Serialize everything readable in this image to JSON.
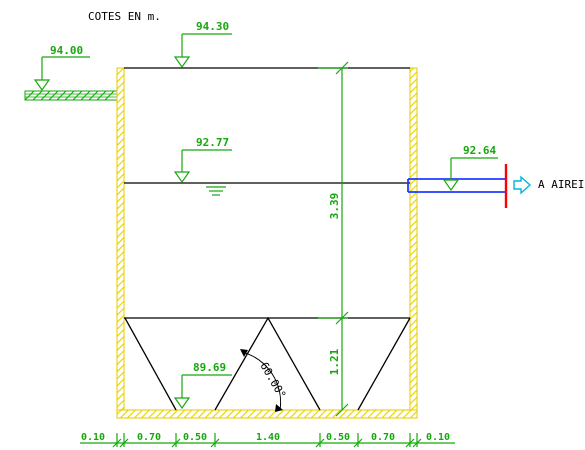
{
  "header": {
    "units_note": "COTES EN m."
  },
  "elevations": {
    "ground": "94.00",
    "top": "94.30",
    "water": "92.77",
    "outlet": "92.64",
    "bottom": "89.69"
  },
  "dimensions": {
    "vertical_upper": "3.39",
    "vertical_lower": "1.21",
    "angle": "60.00°",
    "bottom_widths": [
      "0.10",
      "0.70",
      "0.50",
      "1.40",
      "0.50",
      "0.70",
      "0.10"
    ]
  },
  "outlet_label": "A AIREIG",
  "colors": {
    "line": "#000000",
    "dimension": "#17a80e",
    "wall_hatch": "#f2e300",
    "pipe": "#1f3cff",
    "flange": "#ff0000",
    "arrow": "#00b7d9",
    "terrain": "#17a80e"
  }
}
